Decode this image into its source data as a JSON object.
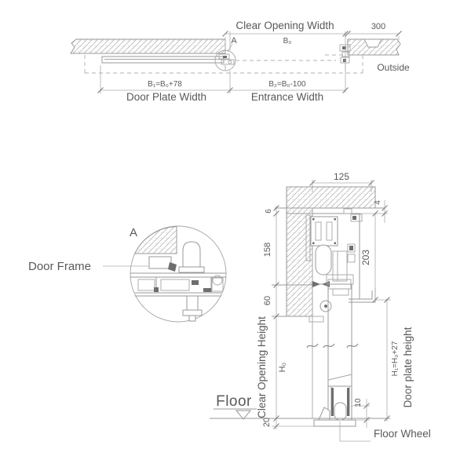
{
  "drawing": {
    "top_view": {
      "clear_opening_width": "Clear Opening Width",
      "b0": "B₀",
      "dim_300": "300",
      "outside": "Outside",
      "detail_marker": "A",
      "door_plate_formula": "B₁=B₀+78",
      "door_plate_width": "Door Plate Width",
      "entrance_formula": "B₂=B₀-100",
      "entrance_width": "Entrance Width"
    },
    "detail_a": {
      "marker": "A",
      "door_frame": "Door Frame"
    },
    "section": {
      "dim_125": "125",
      "dim_6": "6",
      "dim_158": "158",
      "dim_60": "60",
      "dim_4": "4",
      "dim_203": "203",
      "clear_opening_height": "Clear Opening Height",
      "h0": "H₀",
      "dim_20": "20",
      "dim_10": "10",
      "door_plate_height_formula": "H₁=H₀+27",
      "door_plate_height": "Door plate height",
      "floor": "Floor",
      "floor_wheel": "Floor Wheel"
    },
    "colors": {
      "line": "#9a9a9a",
      "dimension_line": "#ababab",
      "text": "#595959",
      "hatch": "#b5b5b5",
      "background": "#ffffff"
    }
  }
}
